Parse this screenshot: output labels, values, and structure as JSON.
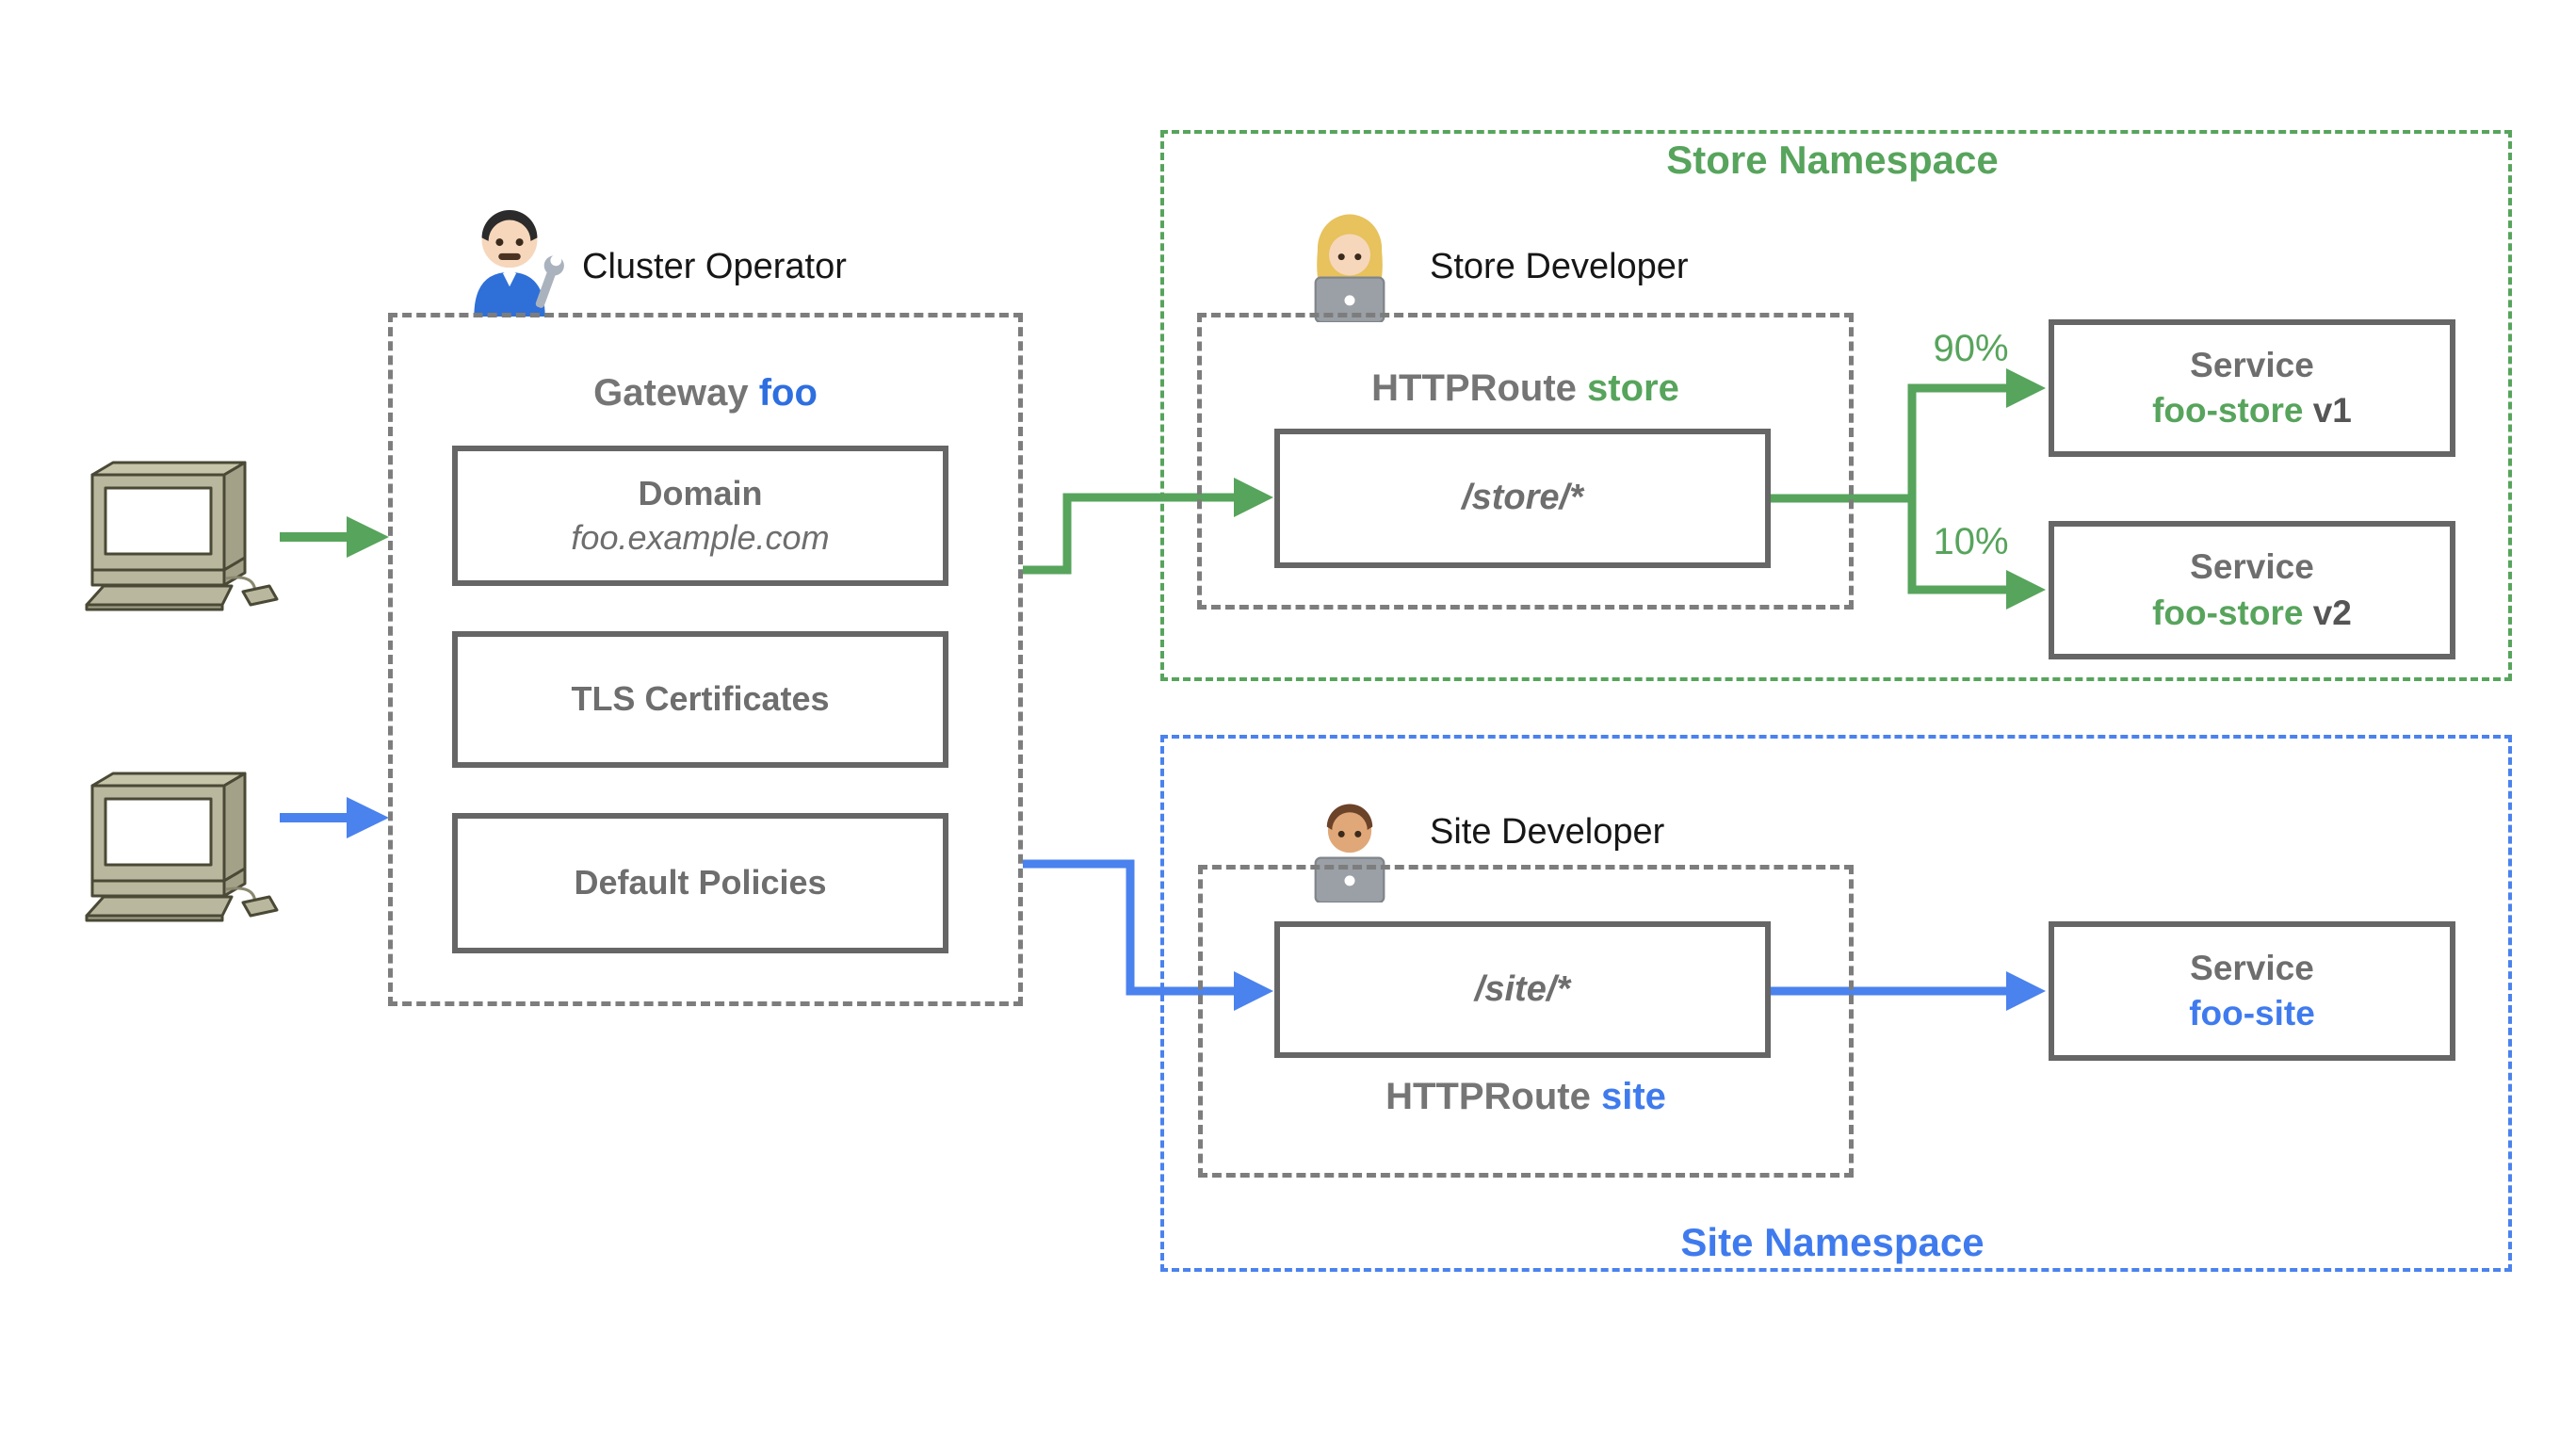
{
  "colors": {
    "green": "#57a45c",
    "blue": "#4a82ee",
    "deep_blue": "#2e6fe0",
    "box_border_gray": "#666666",
    "dashed_gray": "#7d7d7d",
    "text_gray": "#757575"
  },
  "clients": {
    "client1_icon": "desktop-computer-icon",
    "client2_icon": "desktop-computer-icon"
  },
  "actors": {
    "cluster_operator": {
      "label": "Cluster Operator",
      "icon": "man-mechanic-emoji"
    },
    "store_developer": {
      "label": "Store Developer",
      "icon": "woman-technologist-emoji"
    },
    "site_developer": {
      "label": "Site Developer",
      "icon": "man-technologist-emoji"
    }
  },
  "gateway": {
    "title": {
      "prefix": "Gateway ",
      "accent": "foo"
    },
    "domain_box": {
      "title": "Domain",
      "value": "foo.example.com"
    },
    "tls_box": {
      "label": "TLS Certificates"
    },
    "policies_box": {
      "label": "Default Policies"
    }
  },
  "store_namespace": {
    "label": "Store Namespace",
    "httproute": {
      "prefix": "HTTPRoute ",
      "accent": "store",
      "path": "/store/*"
    },
    "split": [
      {
        "weight": "90%"
      },
      {
        "weight": "10%"
      }
    ],
    "services": [
      {
        "title": "Service",
        "name": "foo-store",
        "version": " v1"
      },
      {
        "title": "Service",
        "name": "foo-store",
        "version": " v2"
      }
    ]
  },
  "site_namespace": {
    "label": "Site Namespace",
    "httproute": {
      "prefix": "HTTPRoute ",
      "accent": "site",
      "path": "/site/*"
    },
    "service": {
      "title": "Service",
      "name": "foo-site"
    }
  }
}
